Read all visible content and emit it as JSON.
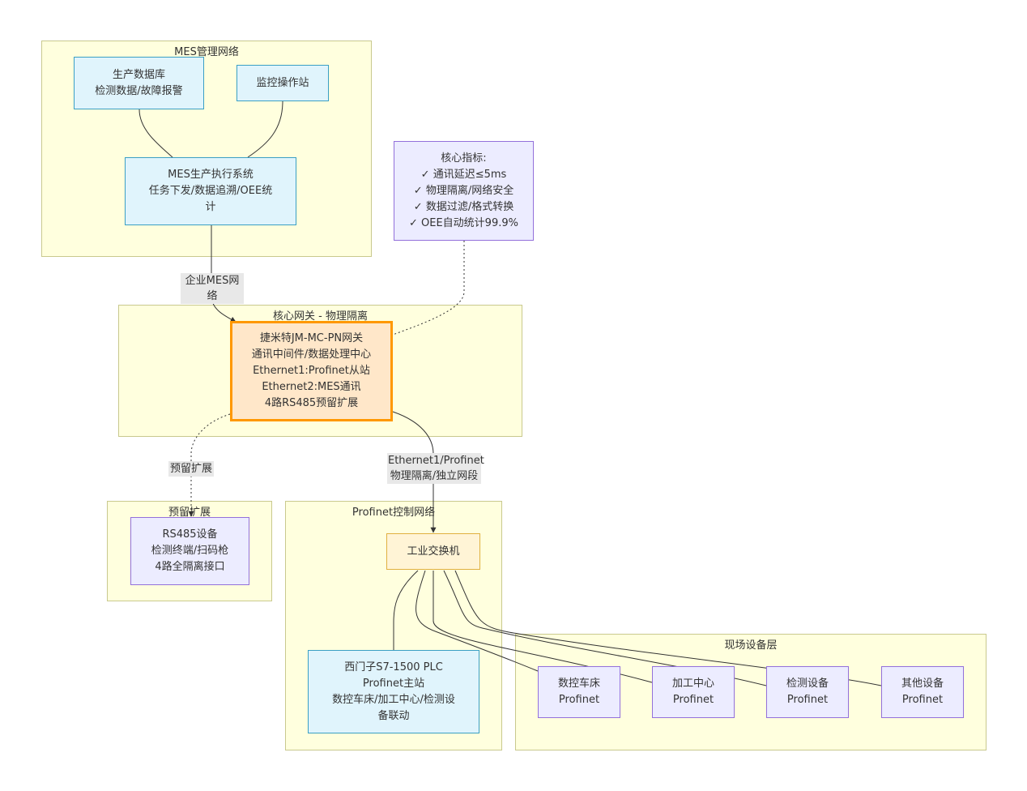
{
  "clusters": {
    "mes": "MES管理网络",
    "gateway": "核心网关 - 物理隔离",
    "reserve": "预留扩展",
    "profinet": "Profinet控制网络",
    "field": "现场设备层"
  },
  "nodes": {
    "db": [
      "生产数据库",
      "检测数据/故障报警"
    ],
    "monitor": [
      "监控操作站"
    ],
    "mes": [
      "MES生产执行系统",
      "任务下发/数据追溯/OEE统",
      "计"
    ],
    "kpi": [
      "核心指标:",
      "✓ 通讯延迟≤5ms",
      "✓ 物理隔离/网络安全",
      "✓ 数据过滤/格式转换",
      "✓ OEE自动统计99.9%"
    ],
    "gateway": [
      "捷米特JM-MC-PN网关",
      "通讯中间件/数据处理中心",
      "Ethernet1:Profinet从站",
      "Ethernet2:MES通讯",
      "4路RS485预留扩展"
    ],
    "rs485": [
      "RS485设备",
      "检测终端/扫码枪",
      "4路全隔离接口"
    ],
    "switch": [
      "工业交换机"
    ],
    "plc": [
      "西门子S7-1500 PLC",
      "Profinet主站",
      "数控车床/加工中心/检测设",
      "备联动"
    ],
    "lathe": [
      "数控车床",
      "Profinet"
    ],
    "machining": [
      "加工中心",
      "Profinet"
    ],
    "inspection": [
      "检测设备",
      "Profinet"
    ],
    "other": [
      "其他设备",
      "Profinet"
    ]
  },
  "edge_labels": {
    "mes_gateway": [
      "企业MES网络"
    ],
    "gateway_reserve": [
      "预留扩展"
    ],
    "gateway_switch": [
      "Ethernet1/Profinet",
      "物理隔离/独立网段"
    ]
  },
  "colors": {
    "cluster_fill": "#ffffde",
    "cluster_border": "#c9c98e",
    "blue_fill": "#e0f4fc",
    "blue_border": "#3a9fc4",
    "purple_fill": "#ececff",
    "purple_border": "#9370db",
    "gateway_fill": "#ffe7c9",
    "gateway_border": "#ff9800",
    "switch_fill": "#fff4d6",
    "edge": "#333333"
  }
}
